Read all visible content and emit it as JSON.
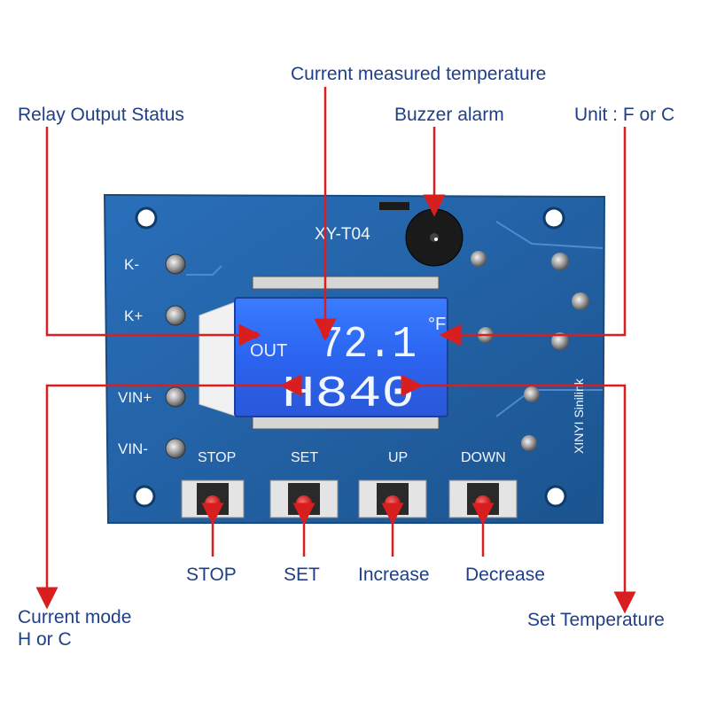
{
  "annotations": {
    "current_measured_temperature": "Current measured temperature",
    "relay_output_status": "Relay Output Status",
    "buzzer_alarm": "Buzzer alarm",
    "unit": "Unit : F or C",
    "current_mode_line1": "Current mode",
    "current_mode_line2": "H or C",
    "set_temperature": "Set Temperature",
    "stop": "STOP",
    "set": "SET",
    "increase": "Increase",
    "decrease": "Decrease"
  },
  "board": {
    "model": "XY-T04",
    "brand": "XINYI Sinilink",
    "terminals": [
      "K-",
      "K+",
      "VIN+",
      "VIN-"
    ],
    "buttons": [
      "STOP",
      "SET",
      "UP",
      "DOWN"
    ]
  },
  "lcd": {
    "out_label": "OUT",
    "temperature": "72.1",
    "unit_symbol": "°F",
    "mode_line": "H840"
  },
  "colors": {
    "annotation_text": "#1f3f86",
    "arrow": "#d81e1e",
    "pcb": "#1f5fa8",
    "lcd": "#2b6cf0"
  }
}
